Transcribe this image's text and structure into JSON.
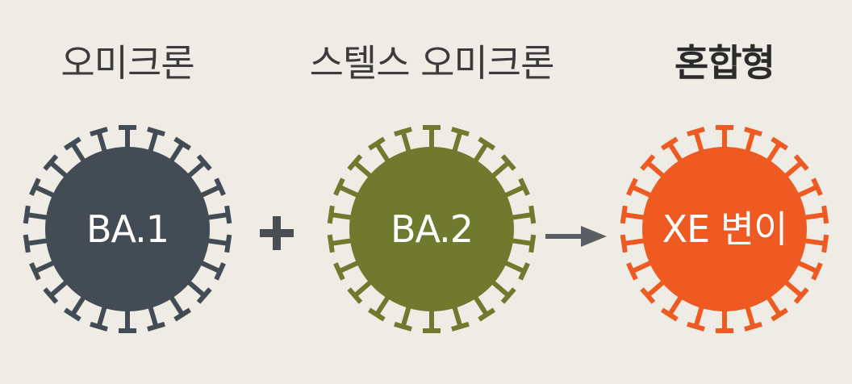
{
  "headings": {
    "omicron": "오미크론",
    "stealth_omicron": "스텔스 오미크론",
    "hybrid": "혼합형"
  },
  "viruses": [
    {
      "label": "BA.1",
      "color": "#434c54"
    },
    {
      "label": "BA.2",
      "color": "#707a2f"
    },
    {
      "label": "XE 변이",
      "color": "#ef5a23"
    }
  ],
  "operators": {
    "plus_icon": "plus-icon",
    "arrow_icon": "arrow-right-icon"
  },
  "colors": {
    "background": "#efece6",
    "operator": "#4a4d52",
    "arrow": "#5a5d62",
    "virus_text": "#ffffff"
  }
}
